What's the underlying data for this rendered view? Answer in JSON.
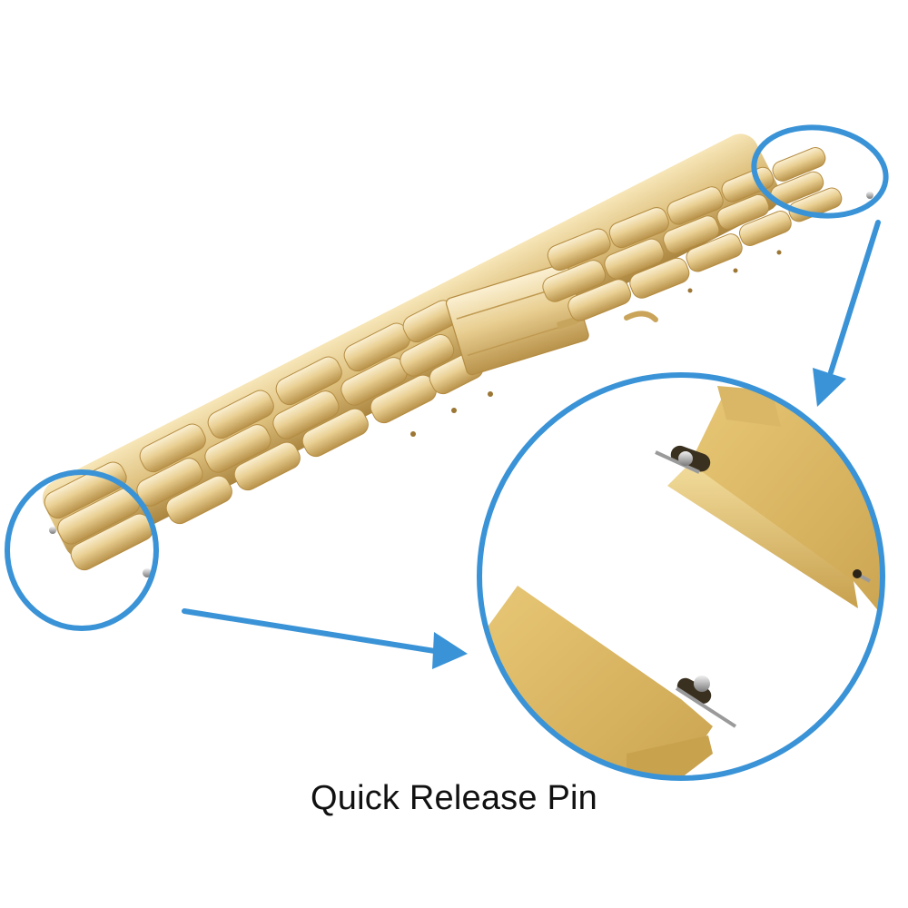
{
  "caption": "Quick Release Pin",
  "product": {
    "subject": "gold stainless steel link watch band",
    "metal_color": "#e2c684",
    "metal_highlight": "#fbf0d2",
    "metal_shadow": "#b08a3e",
    "pin_color": "#b9b9b9"
  },
  "annotations": {
    "accent_color": "#3a93d6",
    "callouts": [
      {
        "id": "left-end-circle",
        "target": "left band end quick release pin"
      },
      {
        "id": "right-end-circle",
        "target": "right band end quick release pin"
      },
      {
        "id": "zoom-detail-circle",
        "target": "magnified quick release pins (two band ends)"
      }
    ],
    "arrows": [
      {
        "id": "arrow-left-to-detail",
        "from": "left-end-circle",
        "to": "zoom-detail-circle"
      },
      {
        "id": "arrow-right-to-detail",
        "from": "right-end-circle",
        "to": "zoom-detail-circle"
      }
    ]
  }
}
